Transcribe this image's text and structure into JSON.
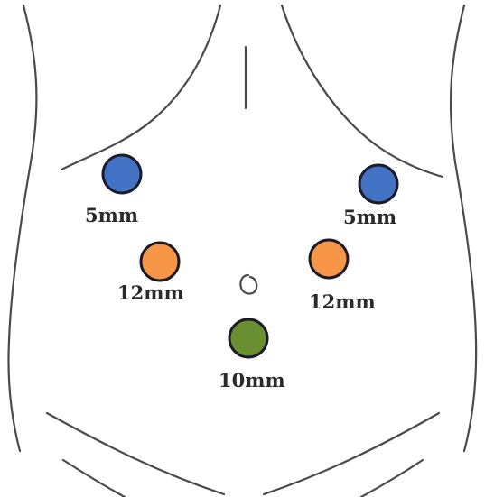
{
  "colors": {
    "background": "#ffffff",
    "outline": "#4a4a4a",
    "port_5mm": "#4472c4",
    "port_12mm": "#f79646",
    "port_10mm": "#6a8f30",
    "port_border": "#1b1b2a"
  },
  "ports": [
    {
      "id": "left-upper",
      "label": "5mm",
      "color": "#4472c4"
    },
    {
      "id": "right-upper",
      "label": "5mm",
      "color": "#4472c4"
    },
    {
      "id": "left-middle",
      "label": "12mm",
      "color": "#f79646"
    },
    {
      "id": "right-middle",
      "label": "12mm",
      "color": "#f79646"
    },
    {
      "id": "umbilical",
      "label": "10mm",
      "color": "#6a8f30"
    }
  ]
}
